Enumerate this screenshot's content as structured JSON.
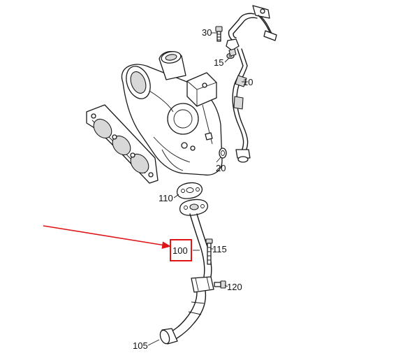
{
  "diagram": {
    "parts": [
      {
        "id": "p30",
        "number": "30"
      },
      {
        "id": "p15",
        "number": "15"
      },
      {
        "id": "p10",
        "number": "10"
      },
      {
        "id": "p20",
        "number": "20"
      },
      {
        "id": "p110",
        "number": "110"
      },
      {
        "id": "p100",
        "number": "100"
      },
      {
        "id": "p115",
        "number": "115"
      },
      {
        "id": "p120",
        "number": "120"
      },
      {
        "id": "p105",
        "number": "105"
      }
    ],
    "highlighted_part": "100",
    "colors": {
      "highlight": "#e01515",
      "linework": "#1a1a1a",
      "shading": "#d8d8d8",
      "background": "#ffffff"
    }
  }
}
